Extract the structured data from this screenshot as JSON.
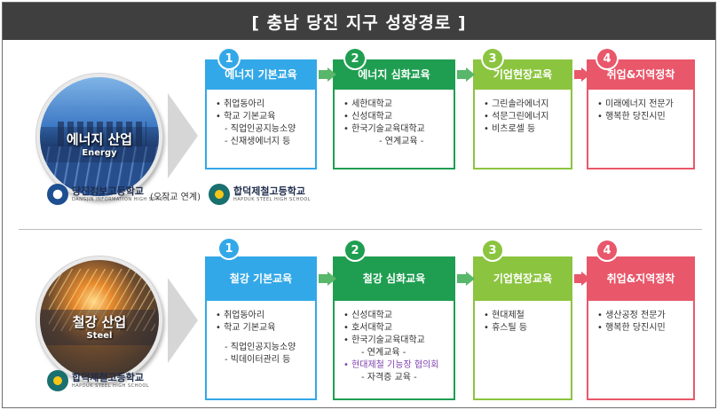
{
  "title": "[ 충남 당진 지구 성장경로 ]",
  "colors": {
    "step1": "#33a8e8",
    "step2": "#1f9e51",
    "step3": "#8bc43f",
    "step4": "#e9576a",
    "highlight": "#7e3fae"
  },
  "energy": {
    "name_ko": "에너지 산업",
    "name_en": "Energy",
    "steps": [
      {
        "num": "1",
        "title": "에너지 기본교육",
        "items": [
          "취업동아리",
          "학교 기본교육"
        ],
        "subs": [
          "- 직업인공지능소양",
          "- 신재생에너지 등"
        ]
      },
      {
        "num": "2",
        "title": "에너지 심화교육",
        "items": [
          "세한대학교",
          "신성대학교",
          "한국기술교육대학교"
        ],
        "subs": [
          "- 연계교육 -"
        ]
      },
      {
        "num": "3",
        "title": "기업현장교육",
        "items": [
          "그린솔라에너지",
          "석문그린에너지",
          "비츠로셀 등"
        ]
      },
      {
        "num": "4",
        "title": "취업&지역정착",
        "items": [
          "미래에너지 전문가",
          "행복한 당진시민"
        ]
      }
    ],
    "schools": [
      {
        "name": "당진정보고등학교",
        "sub": "DANGJIN INFORMATION HIGH SCHOOL",
        "icon": "school-emblem-icon"
      },
      {
        "name": "합덕제철고등학교",
        "sub": "HAPDUK STEEL HIGH SCHOOL",
        "icon": "school-emblem-icon"
      }
    ],
    "link_note": "(오작교 연계)"
  },
  "steel": {
    "name_ko": "철강 산업",
    "name_en": "Steel",
    "steps": [
      {
        "num": "1",
        "title": "철강 기본교육",
        "items": [
          "취업동아리",
          "학교 기본교육"
        ],
        "subs": [
          "- 직업인공지능소양",
          "- 빅데이터관리 등"
        ]
      },
      {
        "num": "2",
        "title": "철강 심화교육",
        "items": [
          "신성대학교",
          "호서대학교",
          "한국기술교육대학교"
        ],
        "subs": [
          "- 연계교육 -"
        ],
        "highlight": "현대제철 기능장 협의회",
        "tail": "- 자격증 교육 -"
      },
      {
        "num": "3",
        "title": "기업현장교육",
        "items": [
          "현대제철",
          "휴스틸 등"
        ]
      },
      {
        "num": "4",
        "title": "취업&지역정착",
        "items": [
          "생산공정 전문가",
          "행복한 당진시민"
        ]
      }
    ],
    "schools": [
      {
        "name": "합덕제철고등학교",
        "sub": "HAPDUK STEEL HIGH SCHOOL",
        "icon": "school-emblem-icon"
      }
    ]
  }
}
